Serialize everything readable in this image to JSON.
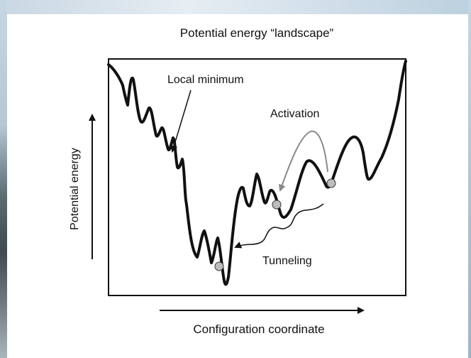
{
  "diagram": {
    "title": "Potential energy “landscape”",
    "ylabel": "Potential energy",
    "xlabel": "Configuration coordinate",
    "labels": {
      "local_minimum": "Local minimum",
      "activation": "Activation",
      "tunneling": "Tunneling"
    }
  }
}
